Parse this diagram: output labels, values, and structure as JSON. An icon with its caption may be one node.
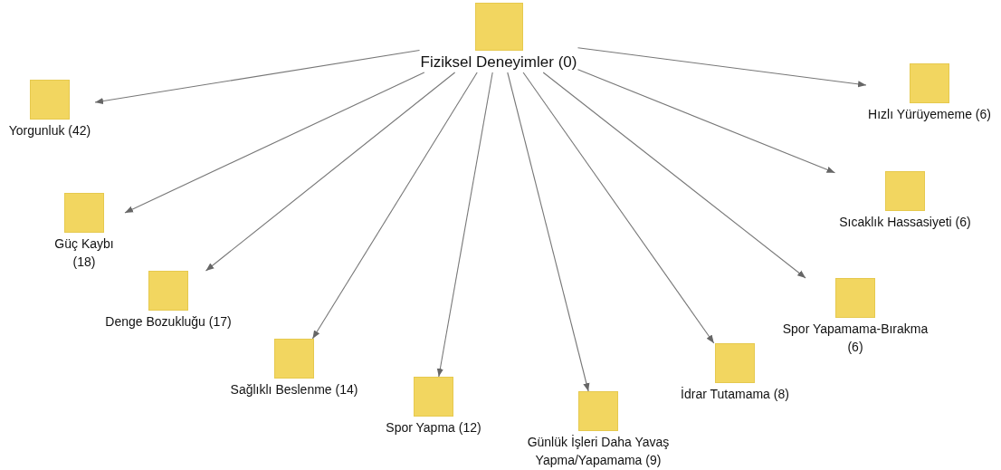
{
  "diagram": {
    "nodes": [
      {
        "text": [
          "Fiziksel Deneyimler (0)"
        ]
      },
      {
        "text": [
          "Yorgunluk (42)"
        ]
      },
      {
        "text": [
          "Güç Kaybı (18)"
        ]
      },
      {
        "text": [
          "Denge Bozukluğu (17)"
        ]
      },
      {
        "text": [
          "Sağlıklı Beslenme (14)"
        ]
      },
      {
        "text": [
          "Spor Yapma (12)"
        ]
      },
      {
        "text": [
          "Günlük İşleri Daha Yavaş Yapma/Yapamama (9)"
        ]
      },
      {
        "text": [
          "İdrar Tutamama (8)"
        ]
      },
      {
        "text": [
          "Spor Yapamama-Bırakma (6)"
        ]
      },
      {
        "text": [
          "Sıcaklık Hassasiyeti (6)"
        ]
      },
      {
        "text": [
          "Hızlı Yürüyememe (6)"
        ]
      }
    ],
    "edges": [
      {
        "from": 0,
        "to": 1,
        "arrow": "to"
      },
      {
        "from": 0,
        "to": 2,
        "arrow": "to"
      },
      {
        "from": 0,
        "to": 3,
        "arrow": "to"
      },
      {
        "from": 0,
        "to": 4,
        "arrow": "to"
      },
      {
        "from": 0,
        "to": 5,
        "arrow": "to"
      },
      {
        "from": 0,
        "to": 6,
        "arrow": "to"
      },
      {
        "from": 0,
        "to": 7,
        "arrow": "to"
      },
      {
        "from": 0,
        "to": 8,
        "arrow": "to"
      },
      {
        "from": 0,
        "to": 9,
        "arrow": "to"
      },
      {
        "from": 0,
        "to": 10,
        "arrow": "to"
      }
    ]
  }
}
